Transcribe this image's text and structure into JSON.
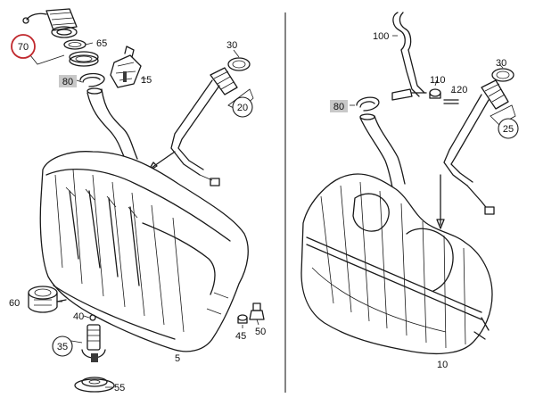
{
  "diagram": {
    "highlight_color": "#c0282d",
    "box_fill": "#c8c8c8",
    "labels": {
      "p70": "70",
      "p65": "65",
      "p80l": "80",
      "p15": "15",
      "p30l": "30",
      "p20": "20",
      "p60": "60",
      "p40": "40",
      "p35": "35",
      "p55": "55",
      "p45": "45",
      "p50": "50",
      "p5": "5",
      "p100": "100",
      "p110": "110",
      "p120": "120",
      "p80r": "80",
      "p30r": "30",
      "p25": "25",
      "p10": "10"
    }
  }
}
